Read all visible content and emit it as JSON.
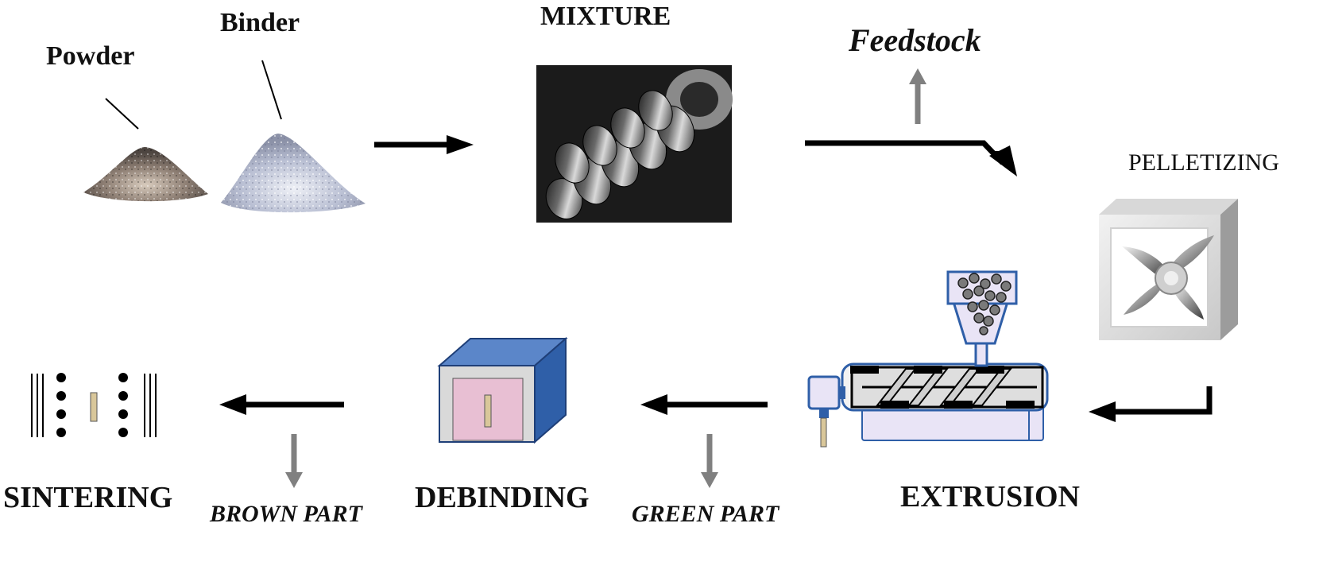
{
  "labels": {
    "powder": "Powder",
    "binder": "Binder",
    "mixture": "MIXTURE",
    "feedstock": "Feedstock",
    "pelletizing": "PELLETIZING",
    "extrusion": "EXTRUSION",
    "debinding": "DEBINDING",
    "green_part": "GREEN PART",
    "sintering": "SINTERING",
    "brown_part": "BROWN PART"
  },
  "colors": {
    "arrow": "#000000",
    "output_arrow": "#808080",
    "furnace_top": "#5b86c9",
    "furnace_side": "#2f5fa8",
    "furnace_door": "#e8bfd3",
    "part": "#d9c79a",
    "pellet_box": "#dcdcdc",
    "extruder_base": "#e9e4f6",
    "extruder_outline": "#2f5fa8"
  }
}
